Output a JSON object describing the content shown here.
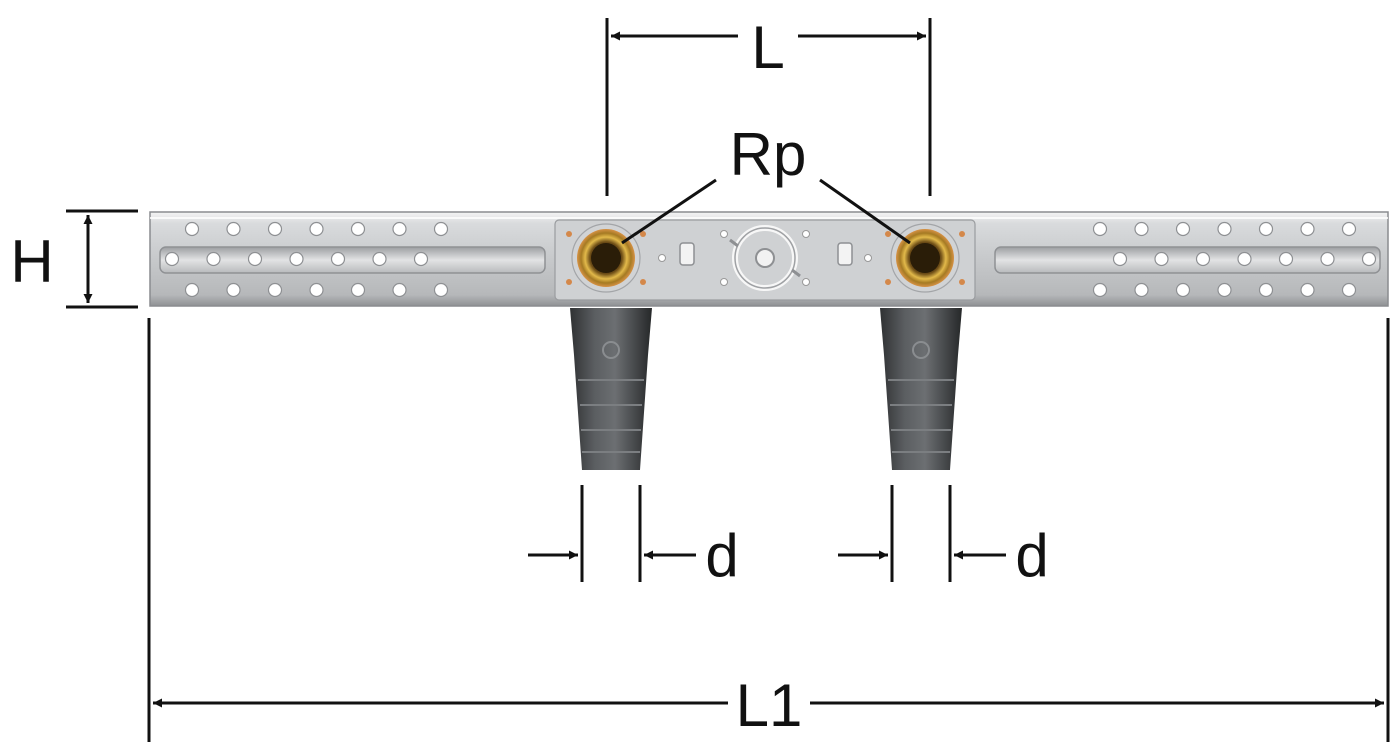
{
  "labels": {
    "L": "L",
    "Rp": "Rp",
    "H": "H",
    "d_left": "d",
    "d_right": "d",
    "L1": "L1"
  }
}
